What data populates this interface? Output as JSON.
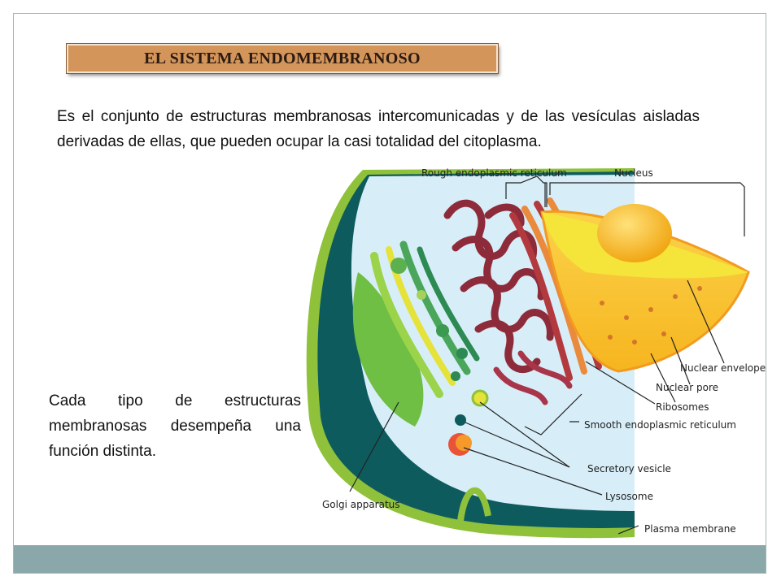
{
  "title": "EL SISTEMA ENDOMEMBRANOSO",
  "intro_text": "Es el conjunto de estructuras membranosas intercomunicadas y de las vesículas aisladas derivadas de ellas, que pueden ocupar la casi totalidad del citoplasma.",
  "second_text": "Cada tipo de estructuras membranosas desempeña una función distinta.",
  "diagram": {
    "labels": {
      "rough_er": "Rough endoplasmic reticulum",
      "nucleus": "Nucleus",
      "nuclear_envelope": "Nuclear envelope",
      "nuclear_pore": "Nuclear pore",
      "ribosomes": "Ribosomes",
      "smooth_er": "Smooth endoplasmic reticulum",
      "secretory_vesicle": "Secretory vesicle",
      "lysosome": "Lysosome",
      "golgi": "Golgi apparatus",
      "plasma_membrane": "Plasma membrane"
    }
  },
  "colors": {
    "title_bg": "#d4955b",
    "footer_bar": "#8aa8a9",
    "cytoplasm": "#d7eef8",
    "membrane_dark": "#0e5b5e",
    "membrane_green": "#8fc13a",
    "nucleus_yellow": "#f5e43a",
    "rough_er": "#8e2b3a"
  }
}
